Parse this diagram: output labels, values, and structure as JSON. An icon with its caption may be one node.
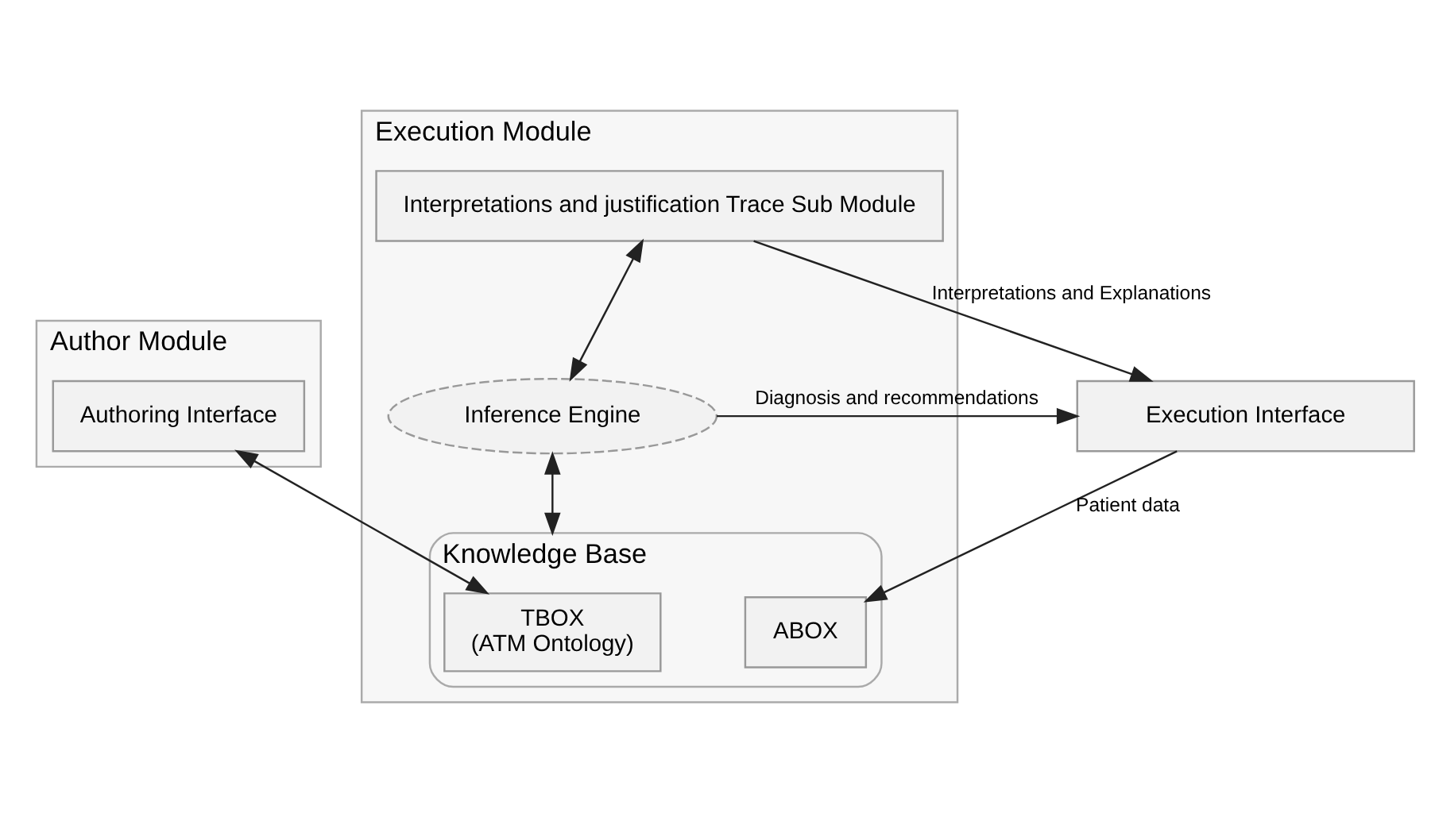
{
  "diagram": {
    "nodes": [
      {
        "text": [
          "Author Module"
        ]
      },
      {
        "text": [
          "Authoring Interface"
        ],
        "in": 0
      },
      {
        "text": [
          "Execution Module"
        ]
      },
      {
        "text": [
          "Interpretations and justification Trace Sub Module"
        ],
        "in": 2
      },
      {
        "text": [
          "Inference Engine"
        ],
        "in": 2
      },
      {
        "text": [
          "Knowledge Base"
        ],
        "in": 2
      },
      {
        "text": [
          "TBOX",
          "(ATM Ontology)"
        ],
        "in": 5
      },
      {
        "text": [
          "ABOX"
        ],
        "in": 5
      },
      {
        "text": [
          "Execution Interface"
        ]
      }
    ],
    "edges": [
      {
        "from": 1,
        "to": 6,
        "arrow": "both"
      },
      {
        "from": 3,
        "to": 4,
        "arrow": "both"
      },
      {
        "from": 4,
        "to": 5,
        "arrow": "both"
      },
      {
        "from": 3,
        "to": 8,
        "arrow": "to",
        "label": "Interpretations and Explanations"
      },
      {
        "from": 4,
        "to": 8,
        "arrow": "to",
        "label": "Diagnosis and recommendations"
      },
      {
        "from": 8,
        "to": 7,
        "arrow": "to",
        "label": "Patient data"
      }
    ]
  }
}
